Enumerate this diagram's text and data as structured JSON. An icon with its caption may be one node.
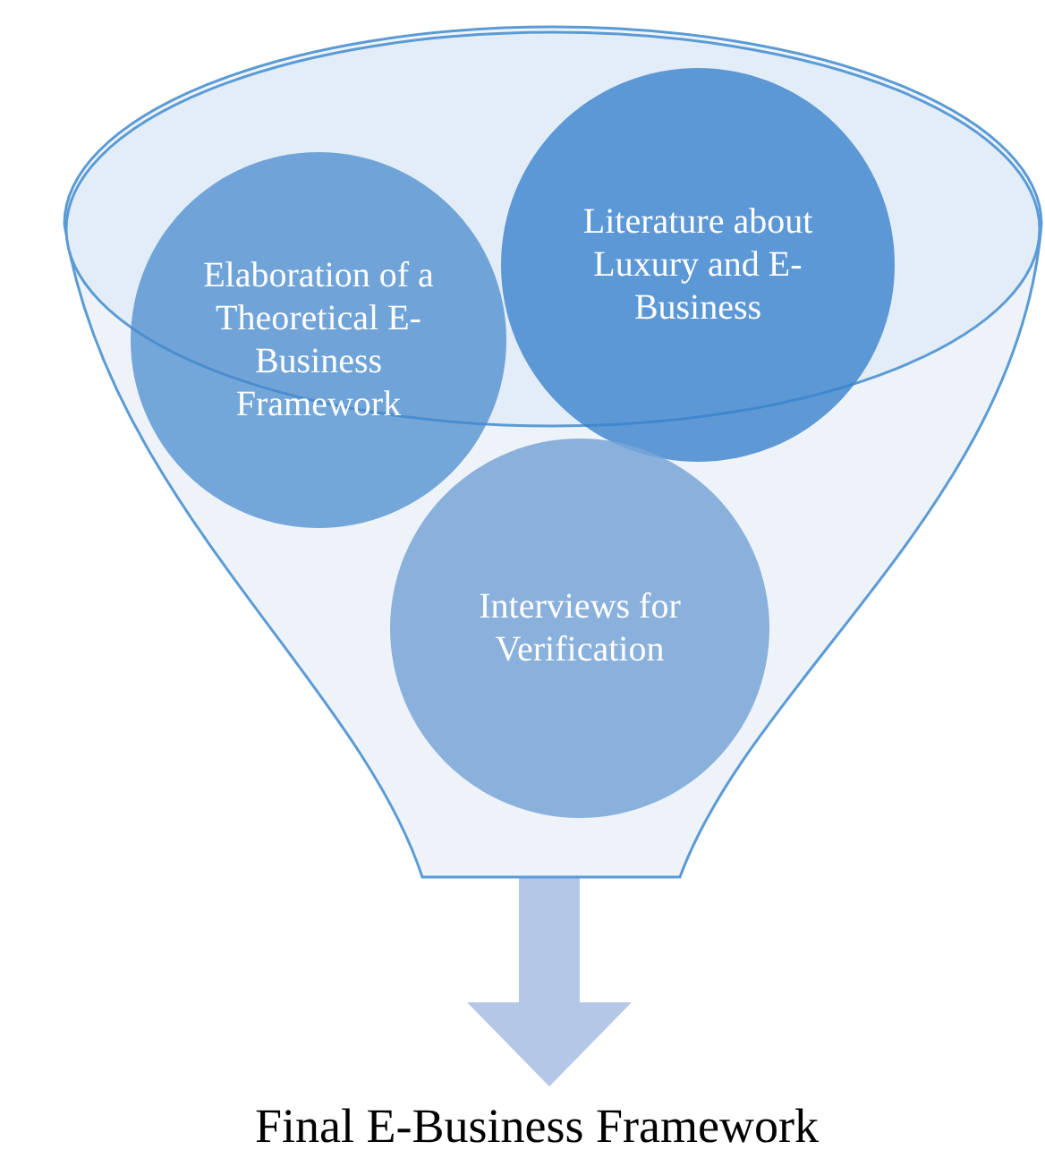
{
  "diagram": {
    "nodes": [
      {
        "text": [],
        "shape": "funnel"
      },
      {
        "text": [
          "Elaboration of a Theoretical E-Business Framework"
        ],
        "in": 0
      },
      {
        "text": [
          "Literature about Luxury and E-Business"
        ],
        "in": 0
      },
      {
        "text": [
          "Interviews for Verification"
        ],
        "in": 0
      },
      {
        "text": [
          "Final E-Business Framework"
        ]
      }
    ],
    "edges": [
      {
        "from": 0,
        "to": 4,
        "arrow": "to"
      }
    ]
  }
}
